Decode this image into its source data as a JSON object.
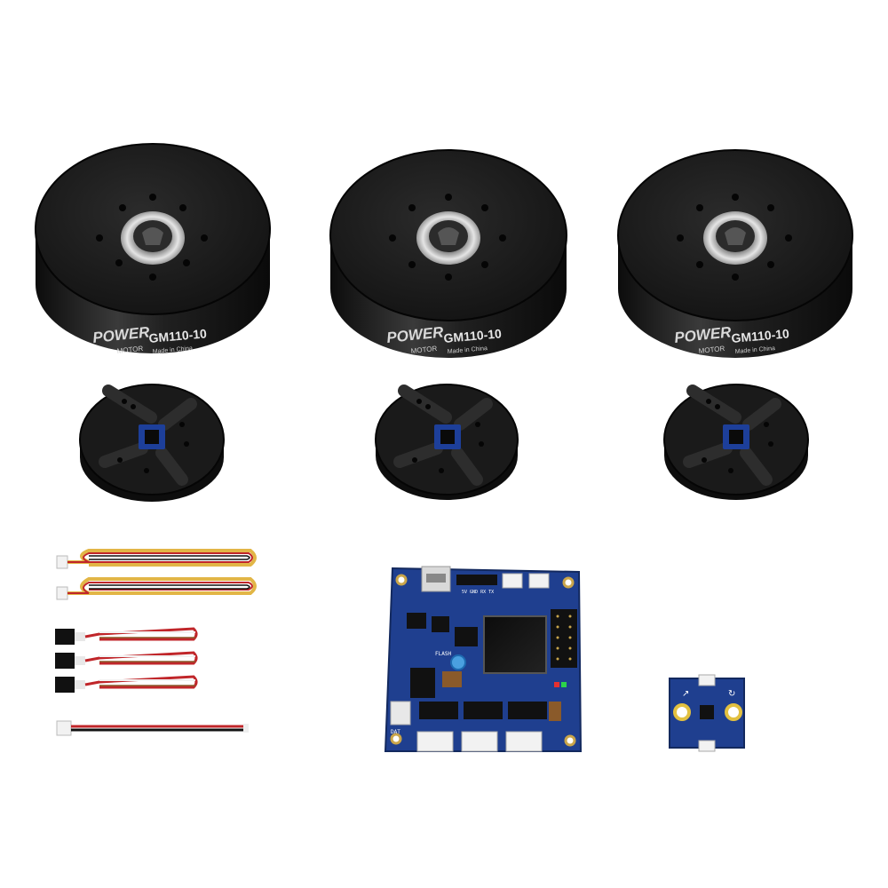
{
  "motors": [
    {
      "brand": "POWER",
      "brand_sub": "MOTOR",
      "model": "GM110-10",
      "origin": "Made in China"
    },
    {
      "brand": "POWER",
      "brand_sub": "MOTOR",
      "model": "GM110-10",
      "origin": "Made in China"
    },
    {
      "brand": "POWER",
      "brand_sub": "MOTOR",
      "model": "GM110-10",
      "origin": "Made in China"
    }
  ],
  "controller_board": {
    "label_flash": "FLASH",
    "label_dat": "DAT",
    "label_header": "5V GND RX TX"
  },
  "colors": {
    "motor_body": "#141414",
    "motor_rim": "#2a2a2a",
    "pcb_blue": "#1f3f8f",
    "pcb_dark": "#13295e",
    "wire_red": "#c0262a",
    "wire_yellow": "#e2b646",
    "connector_white": "#f2f2f2"
  }
}
